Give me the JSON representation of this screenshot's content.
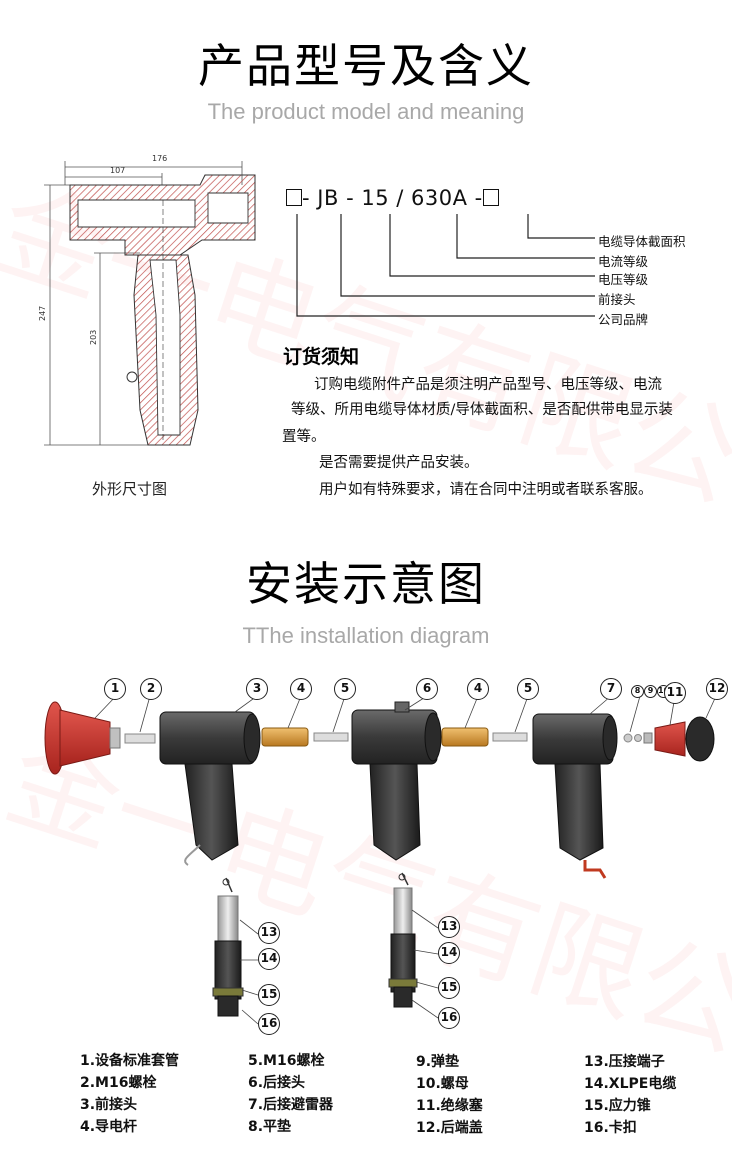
{
  "section1": {
    "title": "产品型号及含义",
    "subtitle": "The product model and meaning"
  },
  "drawing": {
    "dim_176": "176",
    "dim_107": "107",
    "dim_247": "247",
    "dim_203": "203",
    "caption": "外形尺寸图"
  },
  "model": {
    "parts": [
      "-",
      "JB",
      "-",
      "15",
      "/",
      "630A",
      "-"
    ],
    "labels": [
      "电缆导体截面积",
      "电流等级",
      "电压等级",
      "前接头",
      "公司品牌"
    ]
  },
  "notice": {
    "title": "订货须知",
    "lines": [
      "订购电缆附件产品是须注明产品型号、电压等级、电流",
      "等级、所用电缆导体材质/导体截面积、是否配供带电显示装",
      "置等。",
      "是否需要提供产品安装。",
      "用户如有特殊要求，请在合同中注明或者联系客服。"
    ]
  },
  "section2": {
    "title": "安装示意图",
    "subtitle": "TThe installation diagram"
  },
  "callouts": [
    "1",
    "2",
    "3",
    "4",
    "5",
    "6",
    "4",
    "5",
    "7",
    "8",
    "9",
    "10",
    "11",
    "12",
    "13",
    "14",
    "15",
    "16",
    "13",
    "14",
    "15",
    "16"
  ],
  "legend": [
    "1.设备标准套管",
    "2.M16螺栓",
    "3.前接头",
    "4.导电杆",
    "5.M16螺栓",
    "6.后接头",
    "7.后接避雷器",
    "8.平垫",
    "9.弹垫",
    "10.螺母",
    "11.绝缘塞",
    "12.后端盖",
    "13.压接端子",
    "14.XLPE电缆",
    "15.应力锥",
    "16.卡扣"
  ],
  "watermark": {
    "text_a": "金一电气有限公司"
  },
  "colors": {
    "body_gray": "#3a3a3a",
    "bushing_red": "#c8322a",
    "brass": "#d89a3a",
    "dim_line": "#555555",
    "hatch_red": "#c0504d",
    "watermark": "#eb5a5a"
  }
}
